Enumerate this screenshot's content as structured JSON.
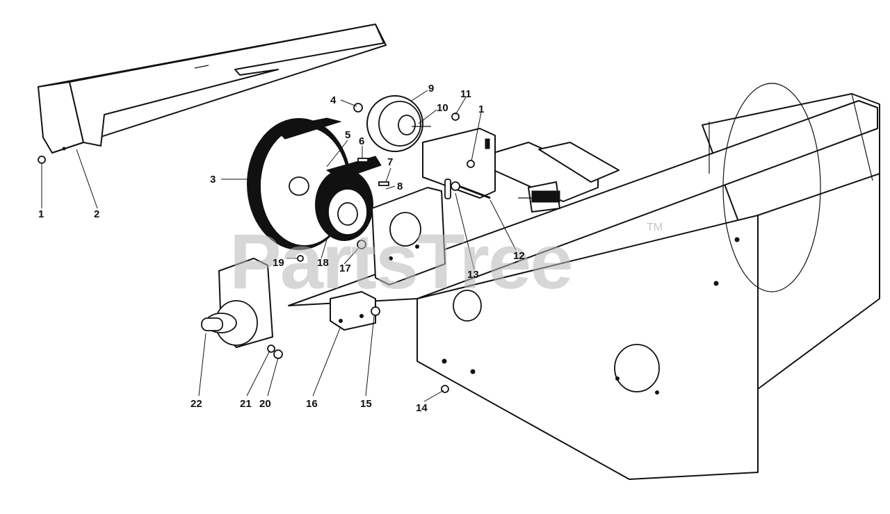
{
  "watermark": {
    "text": "PartsTree",
    "trademark": "TM"
  },
  "callouts": [
    "1",
    "2",
    "3",
    "4",
    "5",
    "6",
    "7",
    "8",
    "9",
    "10",
    "11",
    "1",
    "12",
    "13",
    "14",
    "15",
    "16",
    "17",
    "18",
    "19",
    "20",
    "21",
    "22"
  ]
}
